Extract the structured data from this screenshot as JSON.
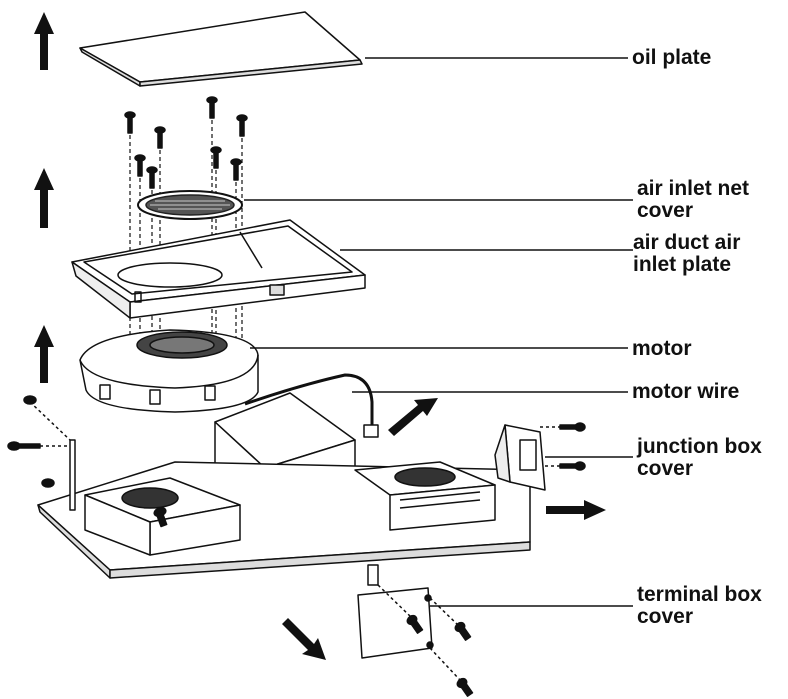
{
  "labels": {
    "oil_plate": "oil plate",
    "air_inlet_net_cover": [
      "air inlet net",
      "cover"
    ],
    "air_duct_air_inlet_plate": [
      "air duct air",
      "inlet plate"
    ],
    "motor": "motor",
    "motor_wire": "motor wire",
    "junction_box_cover": [
      "junction box",
      "cover"
    ],
    "terminal_box_cover": [
      "terminal box",
      "cover"
    ]
  },
  "colors": {
    "ink": "#111111",
    "fill": "#ffffff",
    "shade": "#d8d8d8"
  }
}
